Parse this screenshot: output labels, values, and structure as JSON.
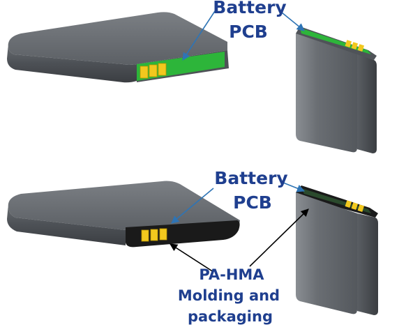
{
  "labels": {
    "top_battery": "Battery",
    "top_pcb": "PCB",
    "bottom_battery": "Battery",
    "bottom_pcb": "PCB",
    "pa_hma": "PA-HMA",
    "molding_and": "Molding and",
    "packaging": "packaging"
  },
  "colors": {
    "label_text": "#1f3f8f",
    "arrow_blue": "#2e74b5",
    "arrow_black": "#000000",
    "pcb_green": "#2db53a",
    "contact_gold": "#f2c81e",
    "battery_body": "#5a5e63",
    "battery_top": "#6e7277",
    "molding_black": "#1a1a1a"
  },
  "figure": {
    "description_items": [
      "battery-with-exposed-pcb",
      "battery-with-molded-pcb"
    ]
  }
}
